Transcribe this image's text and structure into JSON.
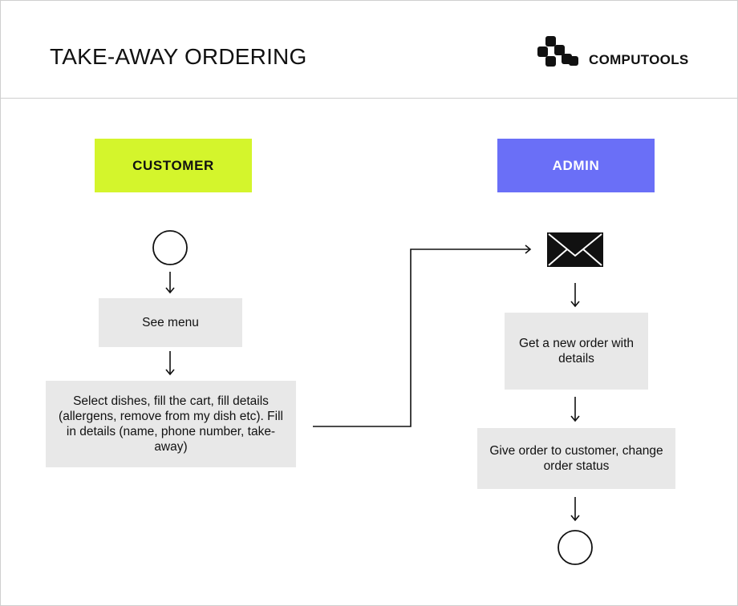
{
  "header": {
    "title": "TAKE-AWAY ORDERING",
    "brand_name": "COMPUTOOLS"
  },
  "lanes": {
    "customer": "CUSTOMER",
    "admin": "ADMIN"
  },
  "colors": {
    "customer_lane": "#d4f52c",
    "admin_lane": "#6a6ff7",
    "activity_box": "#e8e8e8",
    "stroke": "#111111"
  },
  "customer_flow": {
    "start": "start-node",
    "steps": [
      "See menu",
      "Select dishes, fill the cart, fill details (allergens, remove from my dish etc). Fill in details (name, phone number, take-away)"
    ]
  },
  "admin_flow": {
    "trigger_icon": "envelope-icon",
    "steps": [
      "Get a new order with details",
      "Give order to customer, change order status"
    ],
    "end": "end-node"
  },
  "brand_icon": "computools-logo-icon"
}
